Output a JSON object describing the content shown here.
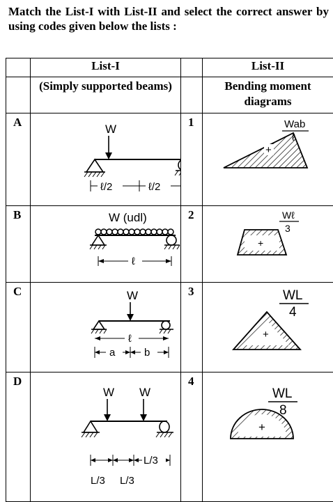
{
  "question": "Match the List-I with List-II and select the correct answer by using codes given below the lists :",
  "header": {
    "list1_title": "List-I",
    "list2_title": "List-II",
    "list1_sub": "(Simply supported beams)",
    "list2_sub": "Bending moment diagrams"
  },
  "rows": [
    {
      "letter": "A",
      "number": "1",
      "beam": {
        "load": "W",
        "dims": [
          "ℓ/2",
          "ℓ/2"
        ]
      },
      "bmd": {
        "num": "Wab",
        "den": "ℓ",
        "sign": "+"
      }
    },
    {
      "letter": "B",
      "number": "2",
      "beam": {
        "load": "W (udl)",
        "dims": [
          "ℓ"
        ]
      },
      "bmd": {
        "num": "Wℓ",
        "den": "3",
        "sign": "+"
      }
    },
    {
      "letter": "C",
      "number": "3",
      "beam": {
        "load": "W",
        "dims": [
          "ℓ",
          "a",
          "b"
        ]
      },
      "bmd": {
        "num": "WL",
        "den": "4",
        "sign": "+"
      }
    },
    {
      "letter": "D",
      "number": "4",
      "beam": {
        "loads": [
          "W",
          "W"
        ],
        "dims": [
          "L/3",
          "L/3",
          "L/3"
        ]
      },
      "bmd": {
        "num": "WL",
        "den": "8",
        "sign": "+"
      }
    }
  ]
}
